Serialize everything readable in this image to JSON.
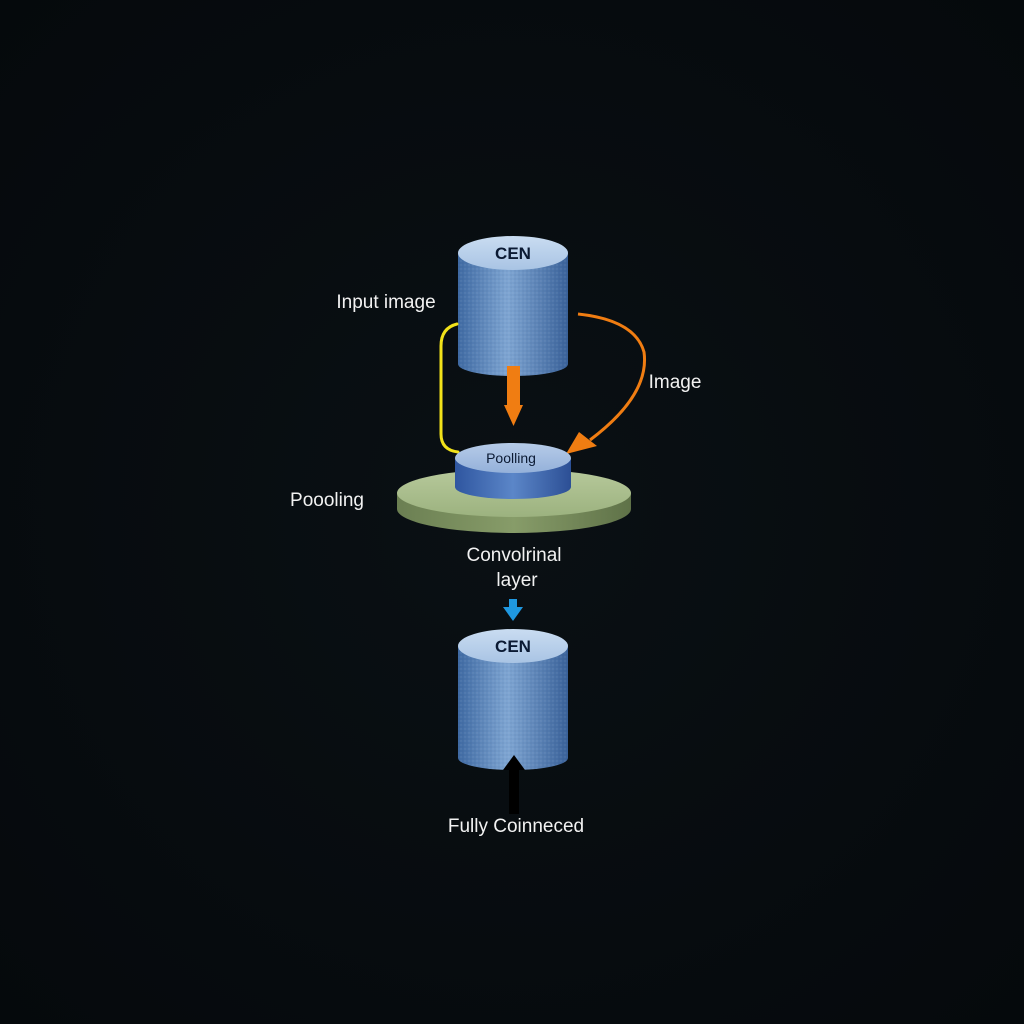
{
  "diagram": {
    "top_cylinder_label": "CEN",
    "bottom_cylinder_label": "CEN",
    "pooling_block_label": "Poolling",
    "labels": {
      "input_image": "Input image",
      "image": "Image",
      "pooling": "Poooling",
      "conv_line1": "Convolrinal",
      "conv_line2": "layer",
      "fully_connected": "Fully Coinneced"
    },
    "colors": {
      "cylinder_blue": "#5b87bd",
      "plate_green": "#9fb684",
      "arrow_orange": "#f07d12",
      "bracket_yellow": "#f2e21a",
      "arrow_blue": "#1f98e0"
    }
  }
}
